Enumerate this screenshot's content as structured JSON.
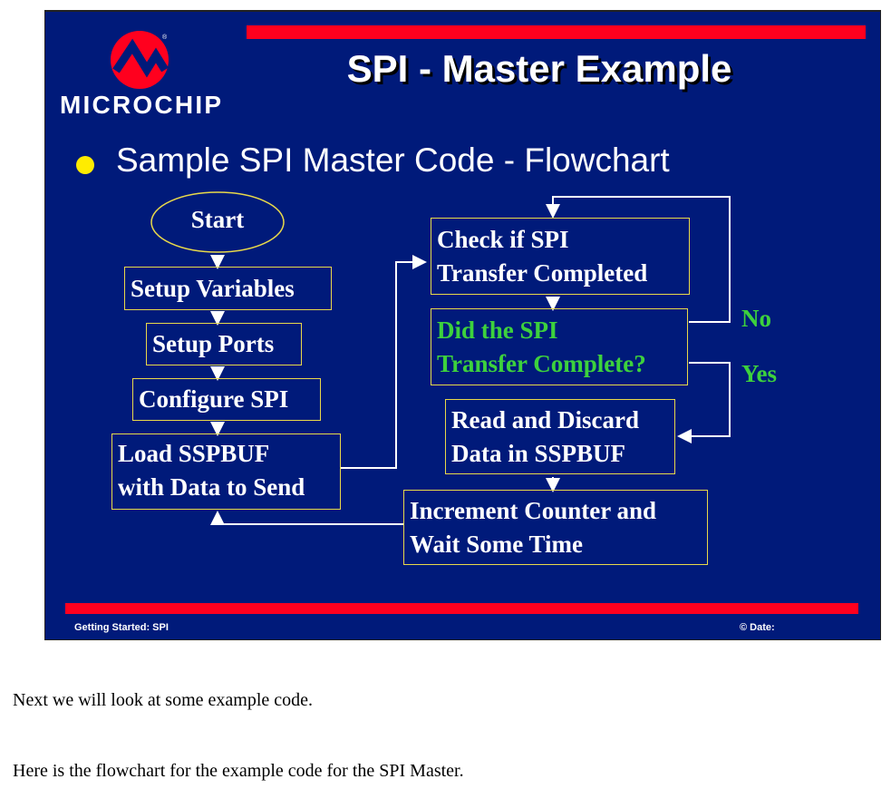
{
  "slide": {
    "logo_text": "MICROCHIP",
    "title": "SPI - Master Example",
    "bullet": "Sample SPI Master Code - Flowchart",
    "flowchart": {
      "start": "Start",
      "setup_variables": "Setup Variables",
      "setup_ports": "Setup Ports",
      "configure_spi": "Configure SPI",
      "load_line1": "Load SSPBUF",
      "load_line2": "with Data to Send",
      "check_line1": "Check if SPI",
      "check_line2": "Transfer Completed",
      "did_line1": "Did the SPI",
      "did_line2": "Transfer Complete?",
      "no": "No",
      "yes": "Yes",
      "read_line1": "Read and Discard",
      "read_line2": "Data in SSPBUF",
      "inc_line1": "Increment Counter and",
      "inc_line2": "Wait Some Time"
    },
    "footer_left": "Getting Started: SPI",
    "footer_right": "©  Date:"
  },
  "paragraphs": [
    "Next we will look at some example code.",
    "Here is the flowchart for the example code for the SPI Master."
  ],
  "colors": {
    "background": "#001a7a",
    "accent_red": "#ff001e",
    "decision_green": "#3dd13d",
    "border_yellow": "#e8d94a"
  }
}
